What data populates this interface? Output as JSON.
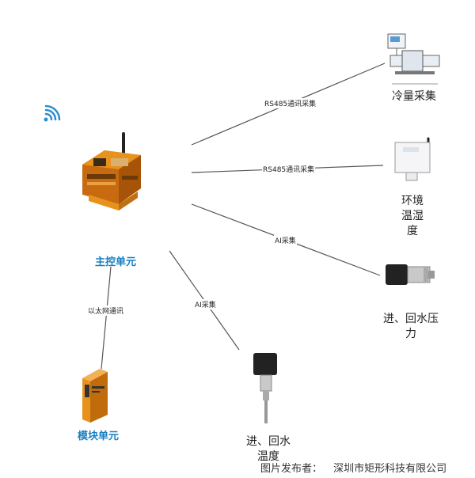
{
  "links": {
    "rs485_top": "RS485通讯采集",
    "rs485_mid": "RS485通讯采集",
    "ai_right": "AI采集",
    "ai_bottom": "AI采集",
    "ethernet": "以太网通讯"
  },
  "nodes": {
    "cooling": "冷量采集",
    "env_line1": "环境",
    "env_line2": "温湿",
    "env_line3": "度",
    "pressure_line1": "进、回水压",
    "pressure_line2": "力",
    "temp_line1": "进、回水",
    "temp_line2": "温度",
    "main_unit": "主控单元",
    "module_unit": "模块单元"
  },
  "footer": {
    "credit_label": "图片发布者：",
    "publisher": "深圳市矩形科技有限公司"
  },
  "colors": {
    "line": "#555555",
    "label_blue": "#1a7fc0",
    "device_orange": "#e8921e",
    "wifi_blue": "#2a8fd0"
  }
}
